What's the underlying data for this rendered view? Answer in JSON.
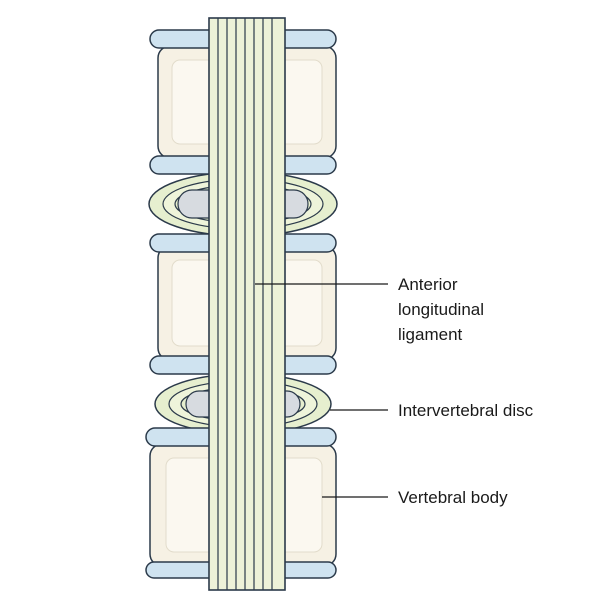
{
  "labels": {
    "ligament": [
      "Anterior",
      "longitudinal",
      "ligament"
    ],
    "disc": "Intervertebral disc",
    "body": "Vertebral body"
  },
  "colors": {
    "endplate_fill": "#cfe3f0",
    "endplate_stroke": "#2b3a4a",
    "body_fill": "#f6f1e4",
    "disc_fill": "#e6efcf",
    "nucleus_fill": "#d7dbe0",
    "ligament_fill": "#edf2d8",
    "outline": "#2b3a4a"
  }
}
